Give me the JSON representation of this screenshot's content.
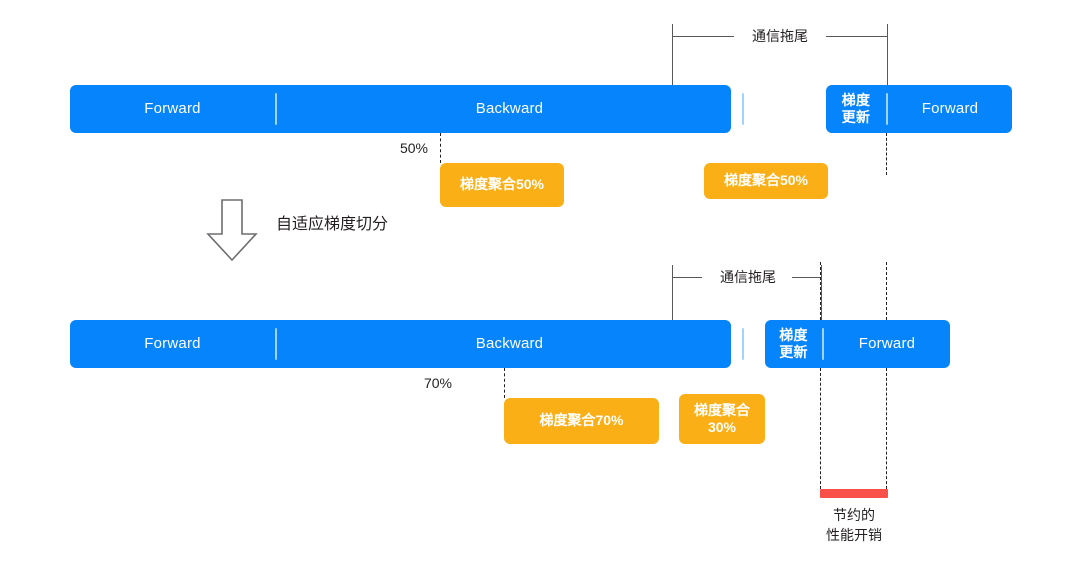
{
  "colors": {
    "blue": "#0584FB",
    "orange": "#FBAF17",
    "red": "#F9504A",
    "line": "#58595B",
    "text": "#231F20",
    "divider": "#9FD4FF",
    "background": "#FFFFFF"
  },
  "row1": {
    "bracket_label": "通信拖尾",
    "bar_segments": [
      {
        "label": "Forward"
      },
      {
        "label": "Backward"
      },
      {
        "label": "梯度\n更新"
      }
    ],
    "second_bar_segments": [
      {
        "label": "梯度\n更新"
      },
      {
        "label": "Forward"
      }
    ],
    "split_percent_label": "50%",
    "orange_boxes": [
      {
        "label": "梯度聚合50%"
      },
      {
        "label": "梯度聚合50%"
      }
    ]
  },
  "transition": {
    "arrow_icon": "down-arrow-icon",
    "note": "自适应梯度切分"
  },
  "row2": {
    "bracket_label": "通信拖尾",
    "bar_segments": [
      {
        "label": "Forward"
      },
      {
        "label": "Backward"
      },
      {
        "label": "梯度\n更新"
      }
    ],
    "second_bar_segments": [
      {
        "label": "梯度\n更新"
      },
      {
        "label": "Forward"
      }
    ],
    "split_percent_label": "70%",
    "orange_boxes": [
      {
        "label": "梯度聚合70%"
      },
      {
        "label": "梯度聚合\n30%"
      }
    ]
  },
  "saved": {
    "caption_line1": "节约的",
    "caption_line2": "性能开销"
  }
}
